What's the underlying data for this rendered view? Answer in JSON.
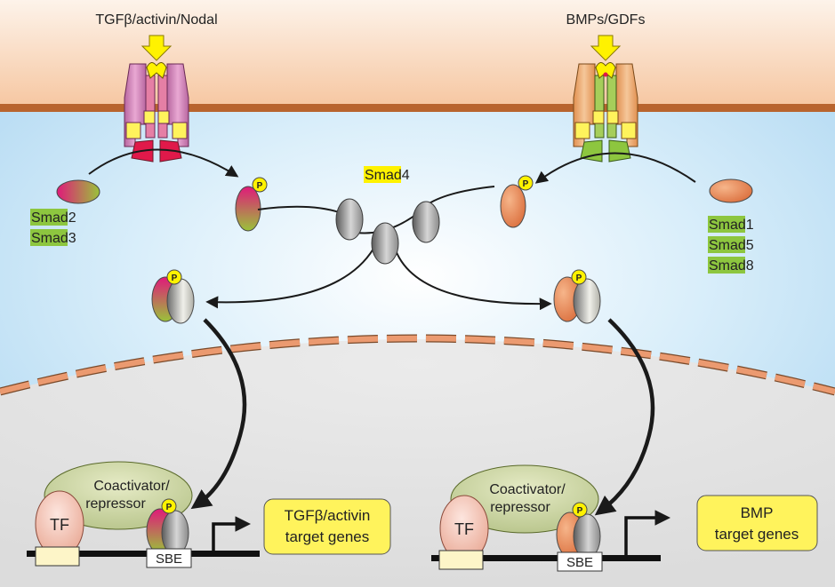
{
  "ligands": {
    "left": "TGFβ/activin/Nodal",
    "right": "BMPs/GDFs"
  },
  "smads": {
    "left": [
      {
        "prefix": "Smad",
        "number": "2"
      },
      {
        "prefix": "Smad",
        "number": "3"
      }
    ],
    "co_smad": {
      "prefix": "Smad",
      "number": "4"
    },
    "right": [
      {
        "prefix": "Smad",
        "number": "1"
      },
      {
        "prefix": "Smad",
        "number": "5"
      },
      {
        "prefix": "Smad",
        "number": "8"
      }
    ]
  },
  "phospho_label": "P",
  "nucleus": {
    "left": {
      "tf": "TF",
      "coactivator": [
        "Coactivator/",
        "repressor"
      ],
      "element": "SBE",
      "target": [
        "TGFβ/activin",
        "target genes"
      ]
    },
    "right": {
      "tf": "TF",
      "coactivator": [
        "Coactivator/",
        "repressor"
      ],
      "element": "SBE",
      "target": [
        "BMP",
        "target genes"
      ]
    }
  },
  "colors": {
    "outside_top": "#fdefe4",
    "outside_bottom": "#f7c9a4",
    "membrane": "#b8642e",
    "cytoplasm": "#d7ecf9",
    "nucleus": "#e6e6e6",
    "nuclear_envelope": "#e8956b",
    "highlight_green": "#8dc63f",
    "highlight_yellow": "#fff200",
    "tgf_receptor": "#c879b5",
    "bmp_receptor": "#e8a46c",
    "target_box": "#fff35c"
  }
}
